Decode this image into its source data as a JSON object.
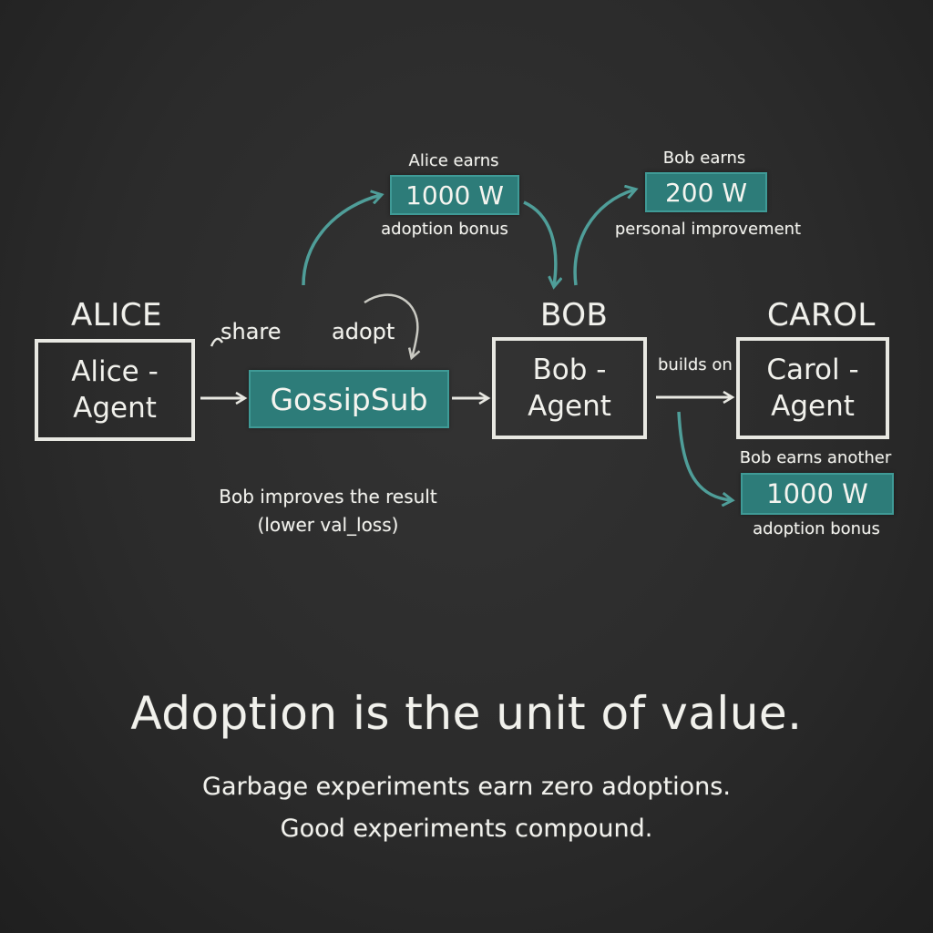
{
  "colors": {
    "board": "#2a2a2a",
    "chalk": "#f1f1ec",
    "teal": "#2d7c79",
    "arrow_teal": "#4f9e99"
  },
  "nodes": {
    "alice": {
      "heading": "ALICE",
      "label": "Alice -\nAgent"
    },
    "gossipsub": {
      "label": "GossipSub"
    },
    "bob": {
      "heading": "BOB",
      "label": "Bob -\nAgent"
    },
    "carol": {
      "heading": "CAROL",
      "label": "Carol -\nAgent"
    }
  },
  "edges": {
    "share": "share",
    "adopt": "adopt",
    "builds_on": "builds on"
  },
  "rewards": {
    "alice": {
      "title": "Alice earns",
      "amount": "1000 W",
      "note": "adoption bonus"
    },
    "bob_personal": {
      "title": "Bob earns",
      "amount": "200 W",
      "note": "personal improvement"
    },
    "bob_adoption": {
      "title": "Bob earns another",
      "amount": "1000 W",
      "note": "adoption bonus"
    }
  },
  "note": {
    "line1": "Bob improves the result",
    "line2": "(lower val_loss)"
  },
  "headline": "Adoption is the unit of value.",
  "subline1": "Garbage experiments earn zero adoptions.",
  "subline2": "Good experiments compound."
}
